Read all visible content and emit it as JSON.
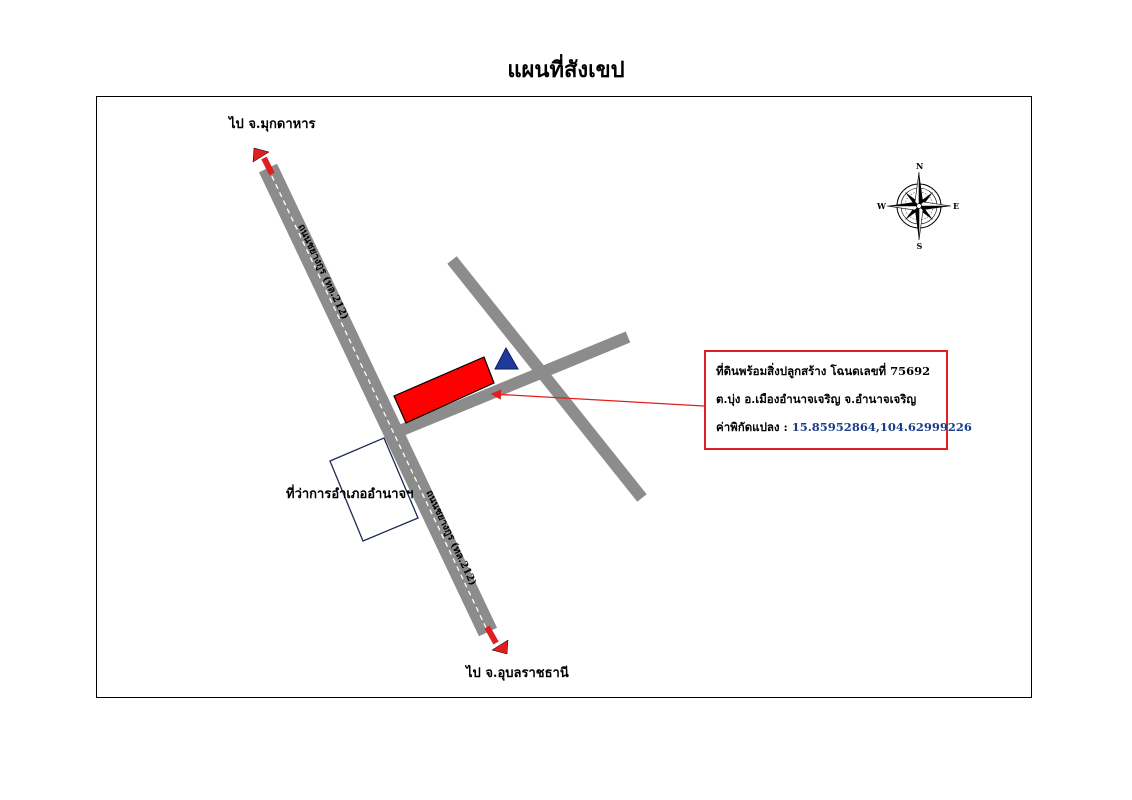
{
  "title": "แผนที่สังเขป",
  "destinations": {
    "north": "ไป จ.มุกดาหาร",
    "south": "ไป จ.อุบลราชธานี"
  },
  "roads": {
    "upper_label": "ถนนชยางกูร (ทล.212)",
    "lower_label": "ถนนชยางกูร (ทล.212)"
  },
  "office_label": "ที่ว่าการอำเภออำนาจฯ",
  "compass": {
    "north": "N",
    "south": "S",
    "east": "E",
    "west": "W"
  },
  "info": {
    "line1": "ที่ดินพร้อมสิ่งปลูกสร้าง โฉนดเลขที่ 75692",
    "line2": "ต.บุ่ง อ.เมืองอำนาจเจริญ จ.อำนาจเจริญ",
    "coord_label": "ค่าพิกัดแปลง : ",
    "coord_value": "15.85952864,104.62999226"
  },
  "colors": {
    "road": "#8c8c8c",
    "parcel": "#ff0000",
    "arrow": "#e02020",
    "marker": "#1f3a9a",
    "coord_text": "#1a3c8c"
  }
}
